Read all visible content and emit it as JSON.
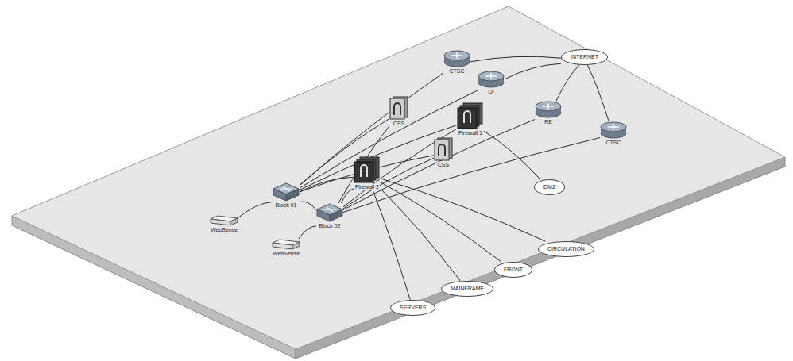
{
  "diagram": {
    "nodes": [
      {
        "text": [
          "CTSC"
        ]
      },
      {
        "text": [
          "OI"
        ]
      },
      {
        "text": [
          "INTERNET"
        ]
      },
      {
        "text": [
          "RE"
        ]
      },
      {
        "text": [
          "CTSC"
        ]
      },
      {
        "text": [
          "CSS"
        ]
      },
      {
        "text": [
          "Firewall 1"
        ]
      },
      {
        "text": [
          "CSS"
        ]
      },
      {
        "text": [
          "Firewall 2"
        ]
      },
      {
        "text": [
          "DMZ"
        ]
      },
      {
        "text": [
          "Block 01"
        ]
      },
      {
        "text": [
          "Block 02"
        ]
      },
      {
        "text": [
          "WebSense"
        ]
      },
      {
        "text": [
          "WebSense"
        ]
      },
      {
        "text": [
          "SERVERS"
        ]
      },
      {
        "text": [
          "MAINFRAME"
        ]
      },
      {
        "text": [
          "FRONT"
        ]
      },
      {
        "text": [
          "CIRCULATION"
        ]
      }
    ],
    "edges": [
      {
        "from": 0,
        "to": 2,
        "arrow": "none"
      },
      {
        "from": 1,
        "to": 2,
        "arrow": "none"
      },
      {
        "from": 3,
        "to": 2,
        "arrow": "none"
      },
      {
        "from": 4,
        "to": 2,
        "arrow": "none"
      },
      {
        "from": 10,
        "to": 0,
        "arrow": "none"
      },
      {
        "from": 10,
        "to": 1,
        "arrow": "none"
      },
      {
        "from": 11,
        "to": 3,
        "arrow": "none"
      },
      {
        "from": 11,
        "to": 4,
        "arrow": "none"
      },
      {
        "from": 10,
        "to": 5,
        "arrow": "none"
      },
      {
        "from": 11,
        "to": 5,
        "arrow": "none"
      },
      {
        "from": 10,
        "to": 6,
        "arrow": "none"
      },
      {
        "from": 11,
        "to": 6,
        "arrow": "none"
      },
      {
        "from": 10,
        "to": 7,
        "arrow": "none"
      },
      {
        "from": 11,
        "to": 7,
        "arrow": "none"
      },
      {
        "from": 10,
        "to": 8,
        "arrow": "none"
      },
      {
        "from": 11,
        "to": 8,
        "arrow": "none"
      },
      {
        "from": 6,
        "to": 9,
        "arrow": "none"
      },
      {
        "from": 10,
        "to": 11,
        "arrow": "none"
      },
      {
        "from": 10,
        "to": 12,
        "arrow": "none"
      },
      {
        "from": 11,
        "to": 13,
        "arrow": "none"
      },
      {
        "from": 8,
        "to": 14,
        "arrow": "none"
      },
      {
        "from": 8,
        "to": 15,
        "arrow": "none"
      },
      {
        "from": 8,
        "to": 16,
        "arrow": "none"
      },
      {
        "from": 8,
        "to": 17,
        "arrow": "none"
      }
    ]
  }
}
